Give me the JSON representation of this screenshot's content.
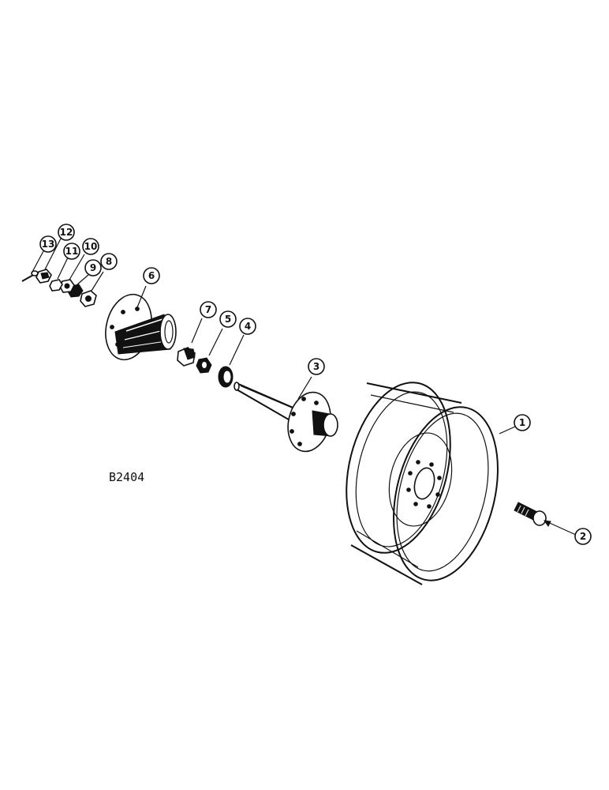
{
  "figure_id": "B2404",
  "callouts": [
    {
      "number": "1",
      "part": "rim"
    },
    {
      "number": "2",
      "part": "wheel-bolt"
    },
    {
      "number": "3",
      "part": "axle-hub"
    },
    {
      "number": "4",
      "part": "washer"
    },
    {
      "number": "5",
      "part": "nut"
    },
    {
      "number": "6",
      "part": "hub-cap"
    },
    {
      "number": "7",
      "part": "nut"
    },
    {
      "number": "8",
      "part": "nut"
    },
    {
      "number": "9",
      "part": "nut"
    },
    {
      "number": "10",
      "part": "nut"
    },
    {
      "number": "11",
      "part": "nut"
    },
    {
      "number": "12",
      "part": "nut"
    },
    {
      "number": "13",
      "part": "cotter-pin"
    }
  ]
}
